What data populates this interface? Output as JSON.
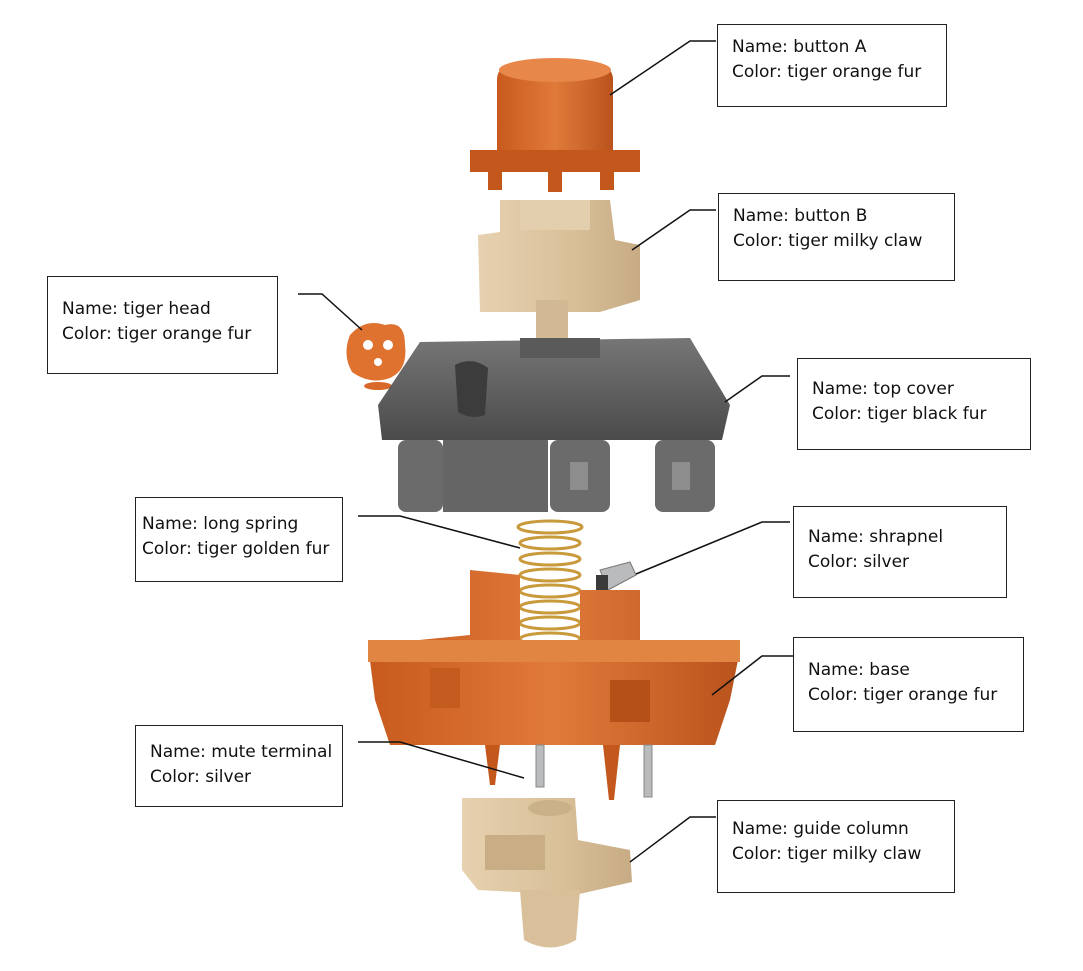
{
  "labels": {
    "button_a": {
      "name": "Name: button A",
      "color": "Color: tiger orange fur"
    },
    "button_b": {
      "name": "Name: button B",
      "color": "Color: tiger milky claw"
    },
    "tiger_head": {
      "name": "Name: tiger head",
      "color": "Color: tiger orange fur"
    },
    "top_cover": {
      "name": "Name: top cover",
      "color": "Color: tiger black fur"
    },
    "long_spring": {
      "name": "Name: long spring",
      "color": "Color: tiger golden fur"
    },
    "shrapnel": {
      "name": "Name: shrapnel",
      "color": "Color: silver"
    },
    "base": {
      "name": "Name: base",
      "color": "Color: tiger orange fur"
    },
    "mute_terminal": {
      "name": "Name: mute terminal",
      "color": "Color: silver"
    },
    "guide_column": {
      "name": "Name: guide column",
      "color": "Color: tiger milky claw"
    }
  },
  "colors": {
    "orange_fur": "#d9692a",
    "milky_claw": "#dcc4a0",
    "black_fur": "#4a4a4a",
    "golden_fur": "#c89a3c",
    "silver": "#b9bbbd"
  }
}
